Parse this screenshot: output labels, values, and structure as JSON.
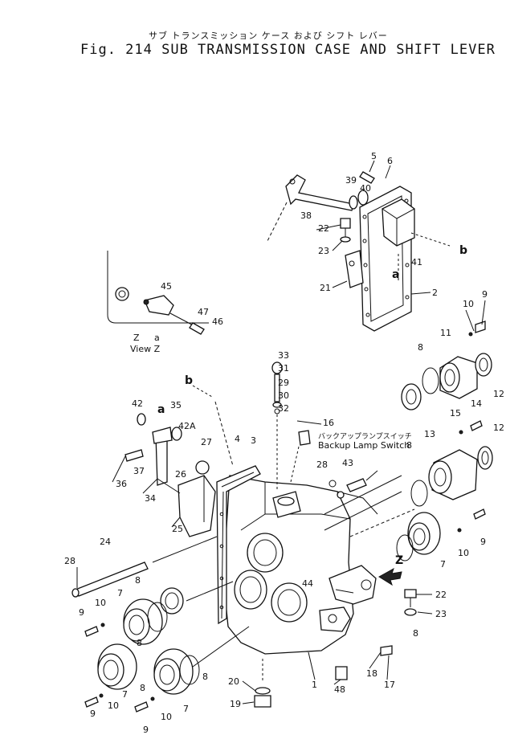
{
  "header": {
    "title_jp": "サブ トランスミッション ケース および シフト レバー",
    "title_en": "Fig. 214 SUB TRANSMISSION CASE AND SHIFT LEVER"
  },
  "view": {
    "marks": [
      "Z",
      "a"
    ],
    "caption": "View Z"
  },
  "annotations": {
    "backup_jp": "バックアップランプスイッチ",
    "backup_en": "Backup Lamp Switch",
    "arrow_z": "Z"
  },
  "ref_letters": [
    "a",
    "b",
    "a",
    "b"
  ],
  "callouts": [
    {
      "n": "5"
    },
    {
      "n": "6"
    },
    {
      "n": "39"
    },
    {
      "n": "40"
    },
    {
      "n": "38"
    },
    {
      "n": "22"
    },
    {
      "n": "23"
    },
    {
      "n": "41"
    },
    {
      "n": "21"
    },
    {
      "n": "2"
    },
    {
      "n": "9"
    },
    {
      "n": "10"
    },
    {
      "n": "11"
    },
    {
      "n": "8"
    },
    {
      "n": "12"
    },
    {
      "n": "45"
    },
    {
      "n": "47"
    },
    {
      "n": "46"
    },
    {
      "n": "33"
    },
    {
      "n": "31"
    },
    {
      "n": "29"
    },
    {
      "n": "30"
    },
    {
      "n": "32"
    },
    {
      "n": "16"
    },
    {
      "n": "15"
    },
    {
      "n": "14"
    },
    {
      "n": "12"
    },
    {
      "n": "13"
    },
    {
      "n": "8"
    },
    {
      "n": "42"
    },
    {
      "n": "35"
    },
    {
      "n": "42A"
    },
    {
      "n": "4"
    },
    {
      "n": "3"
    },
    {
      "n": "27"
    },
    {
      "n": "26"
    },
    {
      "n": "28"
    },
    {
      "n": "43"
    },
    {
      "n": "36"
    },
    {
      "n": "37"
    },
    {
      "n": "34"
    },
    {
      "n": "25"
    },
    {
      "n": "9"
    },
    {
      "n": "10"
    },
    {
      "n": "7"
    },
    {
      "n": "8"
    },
    {
      "n": "24"
    },
    {
      "n": "28"
    },
    {
      "n": "8"
    },
    {
      "n": "7"
    },
    {
      "n": "10"
    },
    {
      "n": "9"
    },
    {
      "n": "44"
    },
    {
      "n": "22"
    },
    {
      "n": "23"
    },
    {
      "n": "8"
    },
    {
      "n": "7"
    },
    {
      "n": "8"
    },
    {
      "n": "9"
    },
    {
      "n": "10"
    },
    {
      "n": "7"
    },
    {
      "n": "10"
    },
    {
      "n": "9"
    },
    {
      "n": "20"
    },
    {
      "n": "19"
    },
    {
      "n": "1"
    },
    {
      "n": "48"
    },
    {
      "n": "18"
    },
    {
      "n": "17"
    },
    {
      "n": "8"
    }
  ]
}
